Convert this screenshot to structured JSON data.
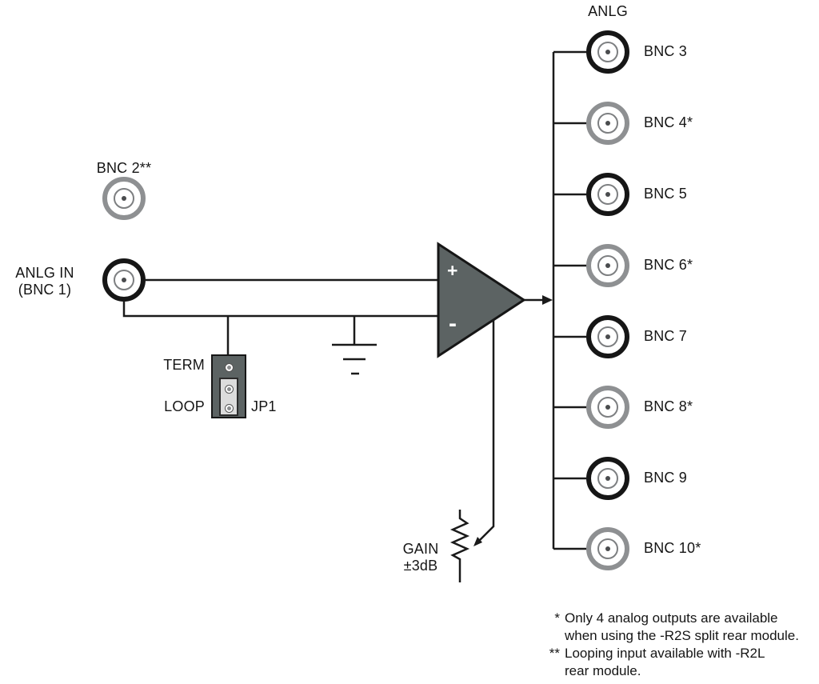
{
  "diagram": {
    "top_label": "ANLG",
    "inputs": {
      "bnc2_label": "BNC 2**",
      "anlg_in": "ANLG IN\n(BNC 1)",
      "bnc1_ring": "black",
      "bnc2_ring": "gray"
    },
    "jumper": {
      "term": "TERM",
      "loop": "LOOP",
      "name": "JP1"
    },
    "amp": {
      "plus": "+",
      "minus": "-"
    },
    "gain": "GAIN\n±3dB",
    "outputs": [
      {
        "label": "BNC 3",
        "ring": "black"
      },
      {
        "label": "BNC 4*",
        "ring": "gray"
      },
      {
        "label": "BNC 5",
        "ring": "black"
      },
      {
        "label": "BNC 6*",
        "ring": "gray"
      },
      {
        "label": "BNC 7",
        "ring": "black"
      },
      {
        "label": "BNC 8*",
        "ring": "gray"
      },
      {
        "label": "BNC 9",
        "ring": "black"
      },
      {
        "label": "BNC 10*",
        "ring": "gray"
      }
    ],
    "footnotes": [
      {
        "marker": "*",
        "text": "Only 4 analog outputs are available\nwhen using the -R2S split rear module."
      },
      {
        "marker": "**",
        "text": "Looping input available with -R2L\nrear module."
      }
    ],
    "colors": {
      "line": "#1a1a1a",
      "amp_fill": "#5c6363",
      "ring_black": "#161616",
      "ring_gray": "#8e9092"
    }
  }
}
